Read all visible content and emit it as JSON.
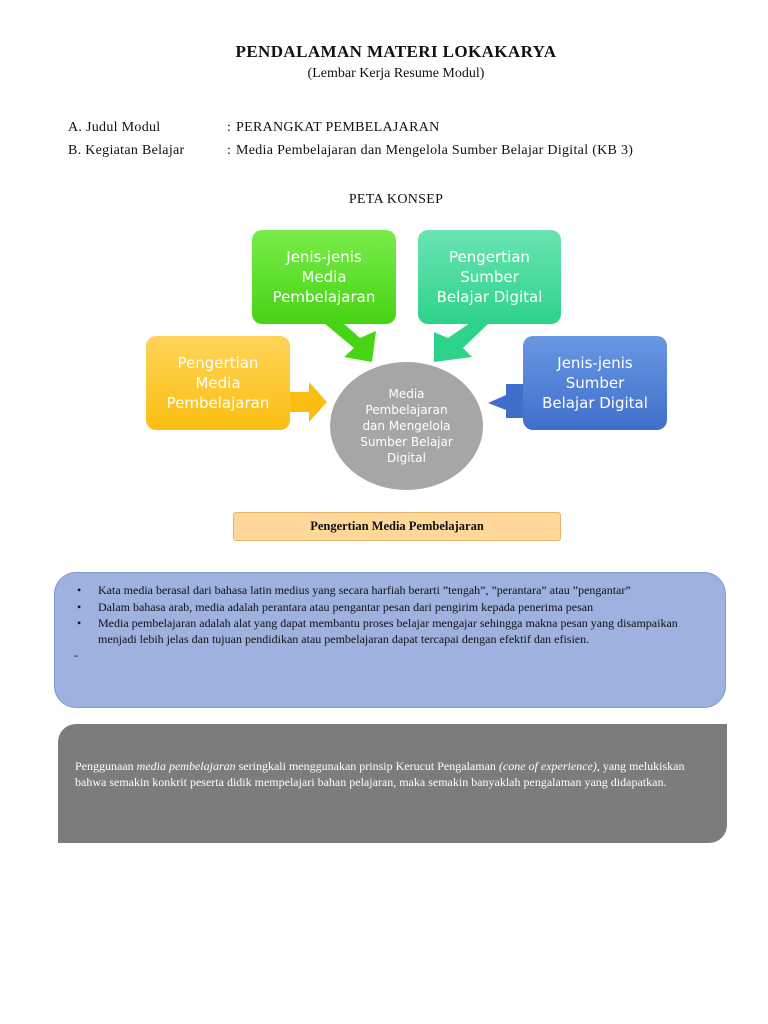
{
  "header": {
    "title": "PENDALAMAN MATERI LOKAKARYA",
    "subtitle": "(Lembar Kerja Resume Modul)"
  },
  "info": [
    {
      "label": "A.  Judul Modul",
      "colon": ":",
      "value": "PERANGKAT PEMBELAJARAN"
    },
    {
      "label": "B.  Kegiatan Belajar",
      "colon": ":",
      "value": "Media Pembelajaran dan Mengelola Sumber Belajar Digital (KB 3)"
    }
  ],
  "concept_map": {
    "title": "PETA KONSEP",
    "center": "Media\nPembelajaran\ndan Mengelola\nSumber Belajar\nDigital",
    "boxes": {
      "jenis_media": "Jenis-jenis\nMedia\nPembelajaran",
      "pengertian_sumber": "Pengertian\nSumber\nBelajar Digital",
      "pengertian_media": "Pengertian\nMedia\nPembelajaran",
      "jenis_sumber": "Jenis-jenis\nSumber\nBelajar Digital"
    },
    "colors": {
      "green": "#46d414",
      "teal": "#2dd38a",
      "yellow": "#fbbe10",
      "blue": "#3f6fcb",
      "gray": "#a6a6a6"
    }
  },
  "section_label": "Pengertian Media Pembelajaran",
  "definitions": {
    "bullet": "•",
    "items": [
      "Kata media berasal dari bahasa latin medius yang secara harfiah berarti ”tengah”, ”perantara” atau ”pengantar”",
      "Dalam bahasa arab, media adalah perantara atau pengantar pesan dari pengirim kepada penerima pesan",
      "Media pembelajaran adalah alat yang dapat membantu proses belajar mengajar sehingga makna pesan yang disampaikan menjadi lebih jelas dan tujuan pendidikan atau pembelajaran dapat tercapai dengan efektif dan efisien."
    ],
    "trailing": "-"
  },
  "note": {
    "prefix": "Penggunaan ",
    "term": "media pembelajaran",
    "middle1": " seringkali menggunakan prinsip Kerucut Pengalaman ",
    "term2": "(cone of experience)",
    "middle2": ", yang melukiskan bahwa semakin konkrit peserta didik mempelajari bahan pelajaran, maka semakin banyaklah pengalaman yang didapatkan."
  }
}
